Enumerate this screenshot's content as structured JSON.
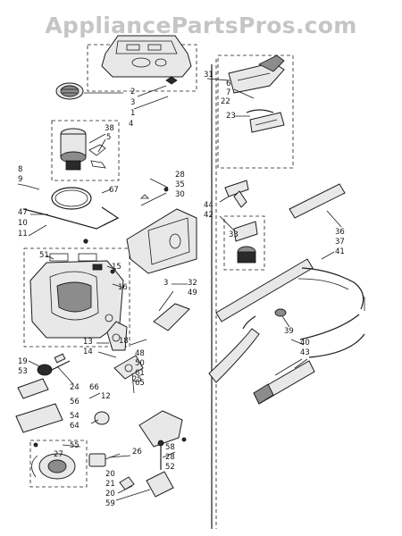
{
  "watermark": "AppliancePartsPros.com",
  "labels": {
    "n2": "2",
    "n3": "3",
    "n1": "1",
    "n4": "4",
    "n38": "38",
    "n5": "5",
    "n8": "8",
    "n9": "9",
    "n67": "67",
    "n47": "47",
    "n10": "10",
    "n11": "11",
    "n28a": "28",
    "n35": "35",
    "n30": "30",
    "n51": "51",
    "n15": "15",
    "n16": "16",
    "n32": "32",
    "n49": "49",
    "n3b": "3",
    "n13": "13",
    "n14": "14",
    "n18": "18",
    "n48": "48",
    "n50": "50",
    "n61": "61",
    "n65": "65",
    "n19": "19",
    "n53": "53",
    "n24": "24",
    "n66": "66",
    "n12": "12",
    "n25": "25",
    "n56": "56",
    "n54": "54",
    "n64": "64",
    "n55": "55",
    "n27": "27",
    "n26": "26",
    "n58": "58",
    "n28b": "28",
    "n52": "52",
    "n20a": "20",
    "n21": "21",
    "n20b": "20",
    "n59": "59",
    "n31": "31",
    "n6": "6",
    "n7": "7",
    "n22": "22",
    "n23": "23",
    "n44": "44",
    "n42": "42",
    "n33": "33",
    "n36": "36",
    "n37": "37",
    "n41": "41",
    "n39": "39",
    "n40": "40",
    "n43": "43"
  }
}
